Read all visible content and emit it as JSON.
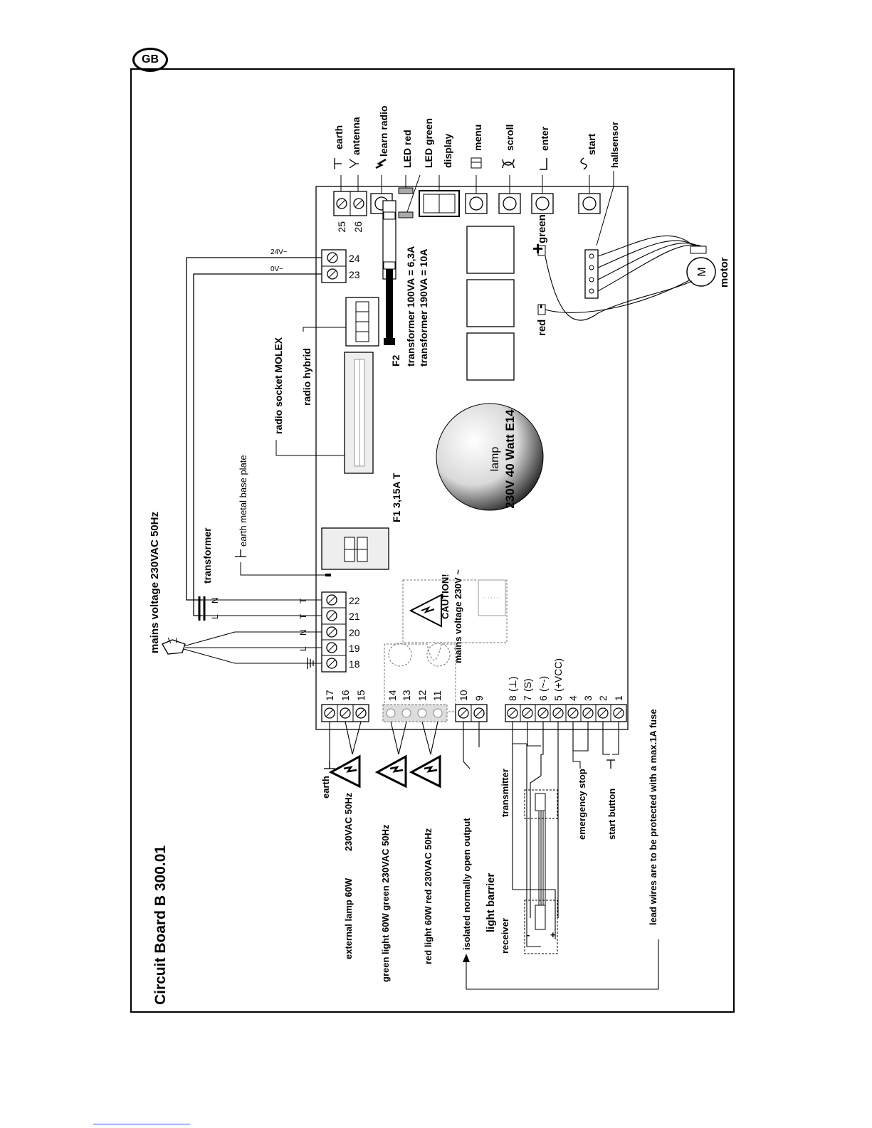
{
  "badge": "GB",
  "title": "Circuit Board B 300.01",
  "mains_voltage": "mains voltage 230VAC 50Hz",
  "transformer": "transformer",
  "earth_metal": "earth metal base plate",
  "fuse_f1": "F1 3,15A T",
  "radio_socket": "radio socket MOLEX",
  "radio_hybrid": "radio hybrid",
  "fuse_f2": "F2",
  "transformer_100": "transformer 100VA = 6,3A",
  "transformer_190": "transformer 190VA = 10A",
  "lamp": "lamp",
  "lamp_spec": "230V 40 Watt E14",
  "caution": "CAUTION!",
  "caution_sub": "mains voltage 230V ~",
  "v24": "24V~",
  "v0": "0V~",
  "top_labels": {
    "earth": "earth",
    "antenna": "antenna",
    "learn_radio": "learn radio",
    "led_red": "LED red",
    "led_green": "LED green",
    "display": "display",
    "menu": "menu",
    "scroll": "scroll",
    "enter": "enter",
    "start": "start",
    "hallsensor": "hallsensor"
  },
  "motor": {
    "label": "motor",
    "symbol": "M",
    "green": "green",
    "red": "red"
  },
  "terminals": {
    "t25": "25",
    "t26": "26",
    "t24": "24",
    "t23": "23",
    "t22": "22",
    "t21": "21",
    "t20": "20",
    "t19": "19",
    "t18": "18",
    "t17": "17",
    "t16": "16",
    "t15": "15",
    "t14": "14",
    "t13": "13",
    "t12": "12",
    "t11": "11",
    "t10": "10",
    "t9": "9",
    "t8": "8",
    "t7": "7",
    "t6": "6",
    "t5": "5",
    "t4": "4",
    "t3": "3",
    "t2": "2",
    "t1": "1",
    "t8s": "(⊥)",
    "t7s": "(S)",
    "t6s": "(~-)",
    "t5s": "(+VCC)"
  },
  "wire_letters": {
    "L": "L",
    "N": "N",
    "T": "T"
  },
  "bottom": {
    "earth": "earth",
    "ext_lamp_a": "external lamp 60W",
    "ext_lamp_b": "230VAC 50Hz",
    "green_light": "green light  60W green 230VAC 50Hz",
    "red_light": "red light 60W red 230VAC 50Hz",
    "isolated": "isolated normally open output",
    "light_barrier": "light barrier",
    "receiver": "receiver",
    "transmitter": "transmitter",
    "emergency_stop": "emergency stop",
    "start_button": "start button",
    "lead_wires": "lead wires are to be protected with  a max.1A fuse"
  }
}
